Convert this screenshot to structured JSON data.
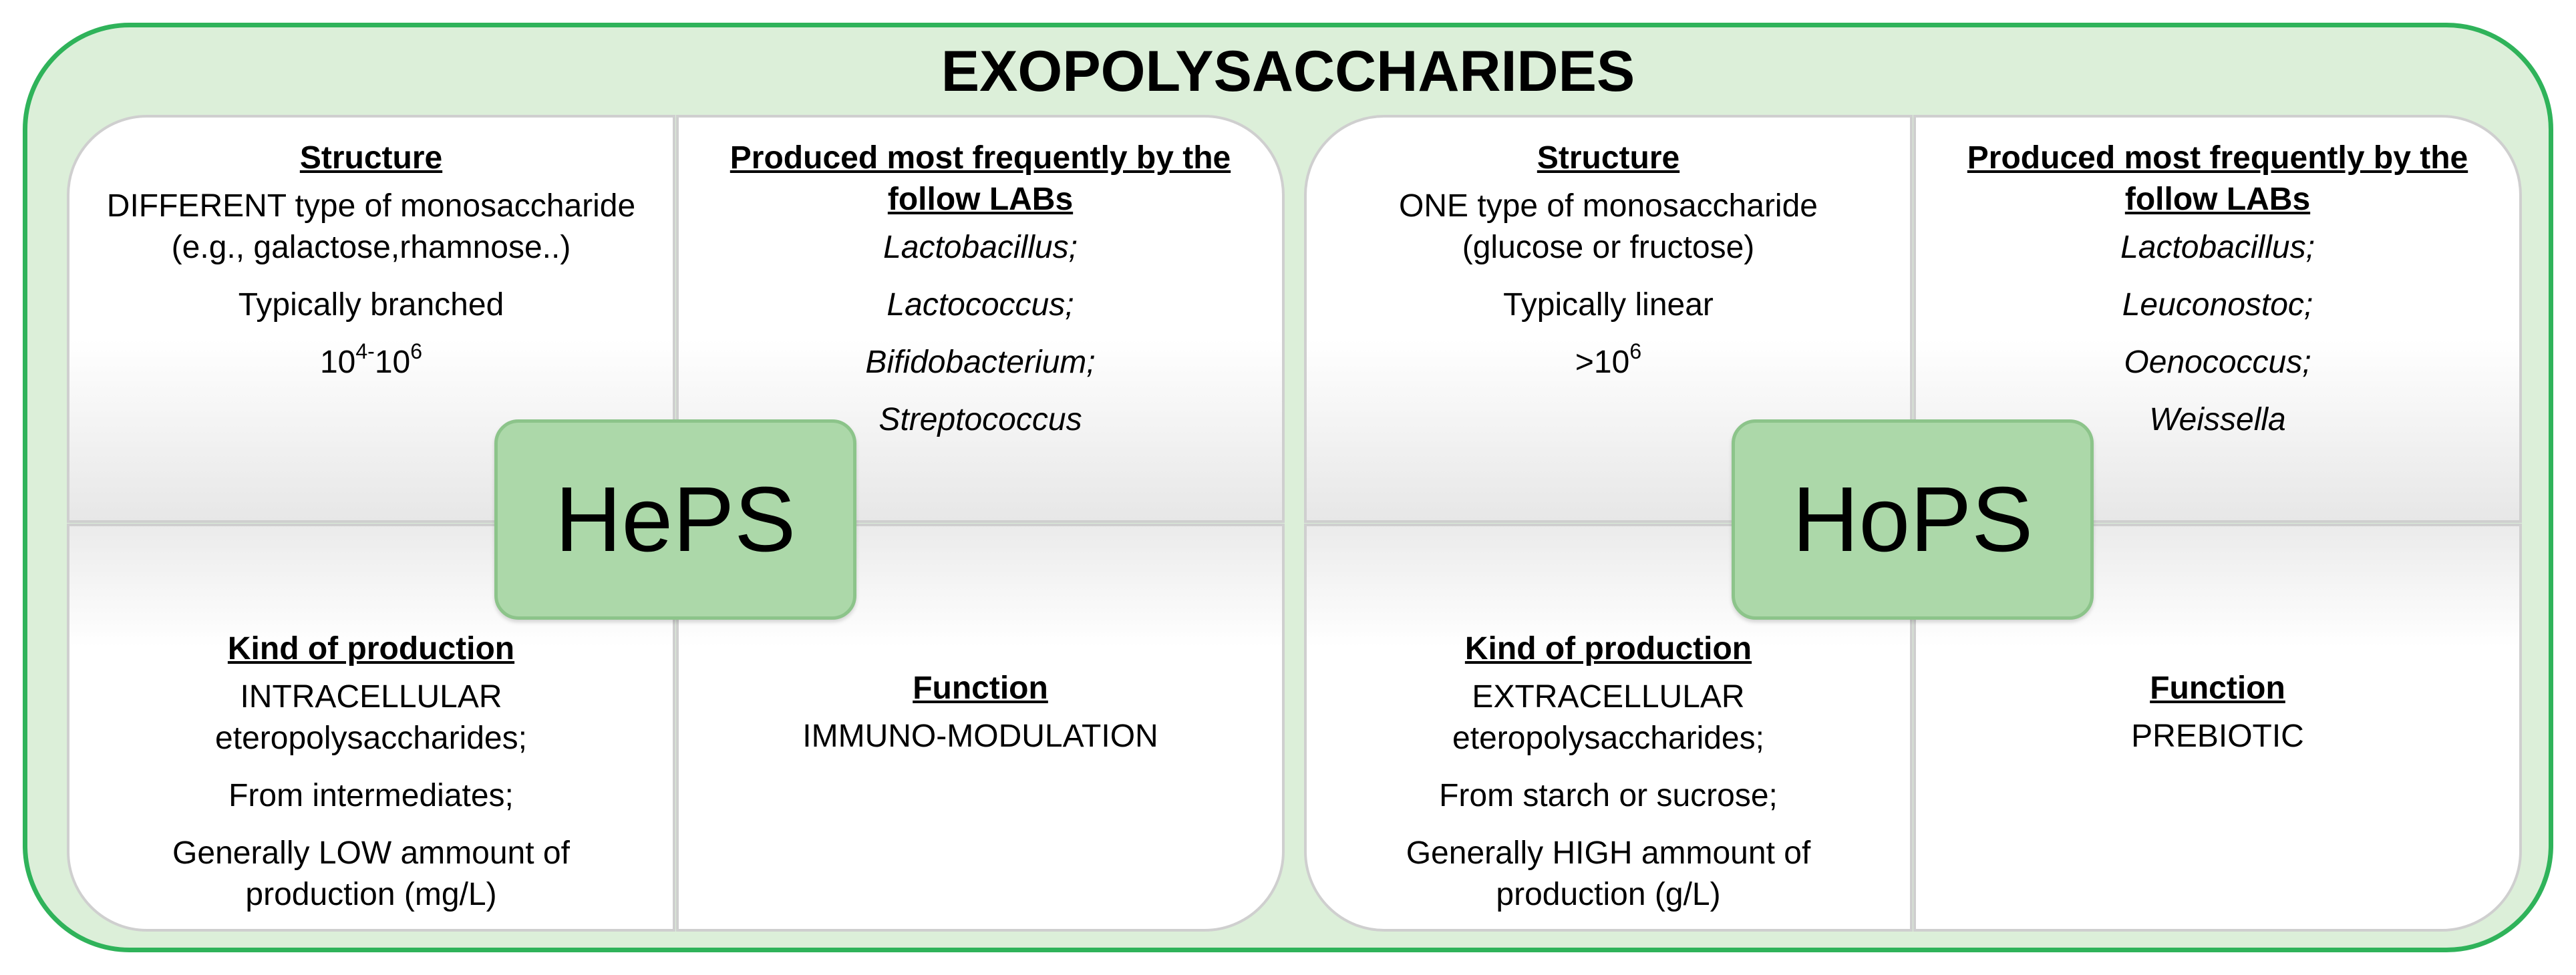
{
  "title": "EXOPOLYSACCHARIDES",
  "heps": {
    "label": "HePS",
    "structure": {
      "heading": "Structure",
      "line1": "DIFFERENT type of monosaccharide",
      "line2": "(e.g., galactose,rhamnose..)",
      "line3": "Typically branched",
      "mw_base1": "10",
      "mw_exp1": "4-",
      "mw_base2": "10",
      "mw_exp2": "6"
    },
    "producers": {
      "heading": "Produced most frequently by the follow LABs",
      "items": [
        "Lactobacillus;",
        "Lactococcus;",
        "Bifidobacterium;",
        "Streptococcus"
      ]
    },
    "production": {
      "heading": "Kind of production",
      "line1": "INTRACELLULAR",
      "line2": "eteropolysaccharides;",
      "line3": "From intermediates;",
      "line4": "Generally LOW ammount of",
      "line5": "production (mg/L)"
    },
    "function": {
      "heading": "Function",
      "value": "IMMUNO-MODULATION"
    }
  },
  "hops": {
    "label": "HoPS",
    "structure": {
      "heading": "Structure",
      "line1": "ONE type of monosaccharide",
      "line2": "(glucose or fructose)",
      "line3": "Typically linear",
      "mw_base": ">10",
      "mw_exp": "6"
    },
    "producers": {
      "heading": "Produced most frequently by the follow LABs",
      "items": [
        "Lactobacillus;",
        "Leuconostoc;",
        "Oenococcus;",
        "Weissella"
      ]
    },
    "production": {
      "heading": "Kind of production",
      "line1": "EXTRACELLULAR",
      "line2": "eteropolysaccharides;",
      "line3": "From starch or sucrose;",
      "line4": "Generally HIGH ammount of",
      "line5": "production (g/L)"
    },
    "function": {
      "heading": "Function",
      "value": "PREBIOTIC"
    }
  }
}
